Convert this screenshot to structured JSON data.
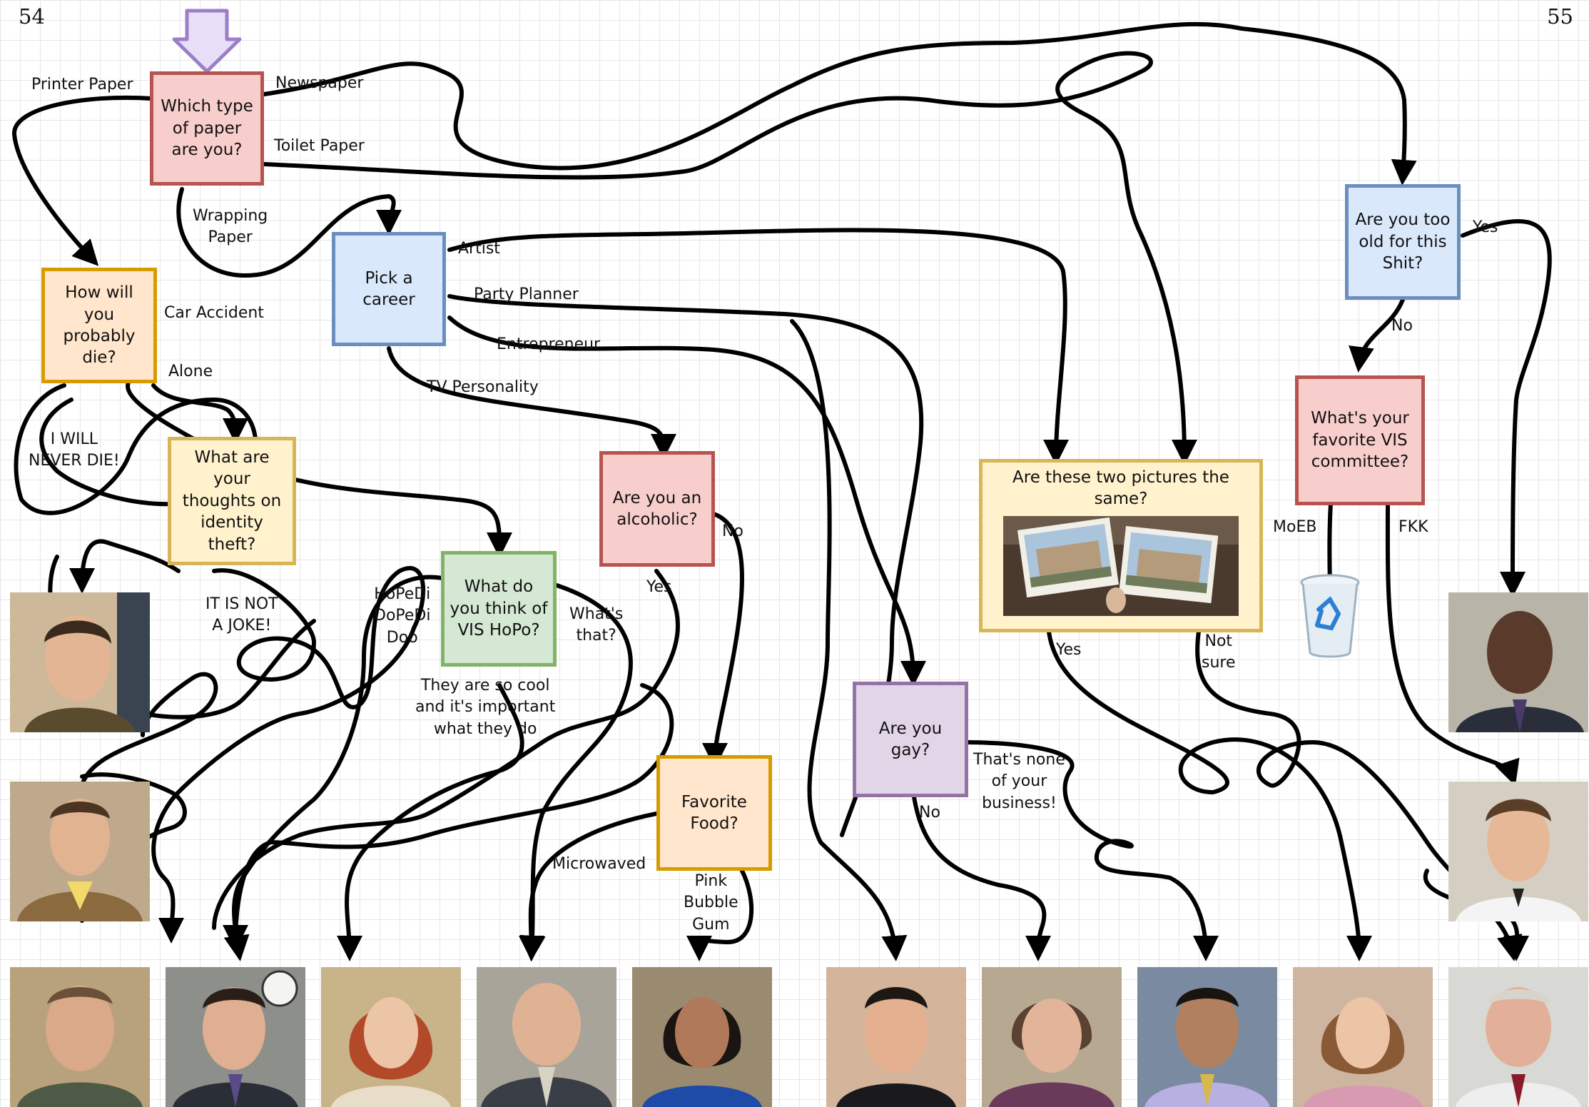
{
  "page_numbers": {
    "left": "54",
    "right": "55"
  },
  "colors": {
    "red_fill": "#f8cecc",
    "red_border": "#b85450",
    "blue_fill": "#dae8fc",
    "blue_border": "#6c8ebf",
    "orange_fill": "#ffe6cc",
    "orange_border": "#d79b00",
    "yellow_fill": "#fff2cc",
    "yellow_border": "#d6b656",
    "green_fill": "#d5e8d4",
    "green_border": "#82b366",
    "purple_fill": "#e1d5e7",
    "purple_border": "#9673a6",
    "start_arrow": "#c3b1e1",
    "connector": "#000000"
  },
  "nodes": {
    "paper": "Which type of paper are you?",
    "career": "Pick a career",
    "die": "How will you probably die?",
    "identity": "What are your thoughts on identity theft?",
    "vis_hopo": "What do you think of VIS HoPo?",
    "alcoholic": "Are you an alcoholic?",
    "food": "Favorite Food?",
    "gay": "Are you gay?",
    "pictures": "Are these two pictures the same?",
    "old": "Are you too old for this Shit?",
    "committee": "What's your favorite VIS committee?"
  },
  "labels": {
    "printer_paper": "Printer Paper",
    "newspaper": "Newspaper",
    "toilet_paper": "Toilet Paper",
    "wrapping_paper": "Wrapping\nPaper",
    "artist": "Artist",
    "party_planner": "Party Planner",
    "entrepreneur": "Entrepreneur",
    "tv_personality": "TV Personality",
    "car_accident": "Car Accident",
    "alone": "Alone",
    "never_die": "I WILL\nNEVER DIE!",
    "not_a_joke": "IT IS NOT\nA JOKE!",
    "hopedi": "HoPeDi\nDoPeDi\nDoo",
    "whats_that": "What's\nthat?",
    "so_cool": "They are so cool\nand it's important\nwhat they do",
    "alc_yes": "Yes",
    "alc_no": "No",
    "microwaved": "Microwaved",
    "pink_gum": "Pink\nBubble\nGum",
    "gay_no": "No",
    "none_business": "That's none\nof your\nbusiness!",
    "pic_yes": "Yes",
    "not_sure": "Not\nsure",
    "old_yes": "Yes",
    "old_no": "No",
    "moeb": "MoEB",
    "fkk": "FKK"
  },
  "icons": [
    "start-arrow",
    "recycle-bin-icon",
    "photo-pair",
    "portrait"
  ]
}
